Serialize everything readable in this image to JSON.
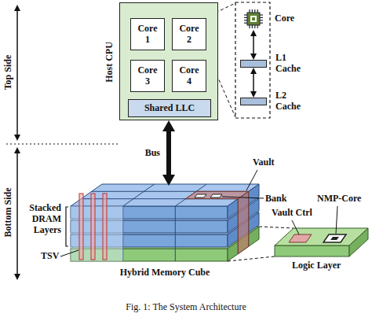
{
  "diagram": {
    "caption": "Fig. 1: The System Architecture",
    "nodes": [
      {
        "text": [
          "Host CPU"
        ]
      },
      {
        "text": [
          "Core 1"
        ],
        "in": 0
      },
      {
        "text": [
          "Core 2"
        ],
        "in": 0
      },
      {
        "text": [
          "Core 3"
        ],
        "in": 0
      },
      {
        "text": [
          "Core 4"
        ],
        "in": 0
      },
      {
        "text": [
          "Shared LLC"
        ],
        "in": 0
      },
      {
        "text": [
          "Core"
        ]
      },
      {
        "text": [
          "L1 Cache"
        ]
      },
      {
        "text": [
          "L2 Cache"
        ]
      },
      {
        "text": [
          "Hybrid Memory Cube"
        ]
      }
    ],
    "edges": [
      {
        "from": 0,
        "to": 9,
        "arrow": "both",
        "label": "Bus"
      },
      {
        "from": 6,
        "to": 7,
        "arrow": "both"
      },
      {
        "from": 7,
        "to": 8,
        "arrow": "both"
      }
    ],
    "labels": [
      "Top Side",
      "Bottom Side",
      "Vault",
      "Bank",
      "NMP-Core",
      "Stacked DRAM Layers",
      "Vault Ctrl",
      "Logic Layer",
      "TSV"
    ]
  }
}
